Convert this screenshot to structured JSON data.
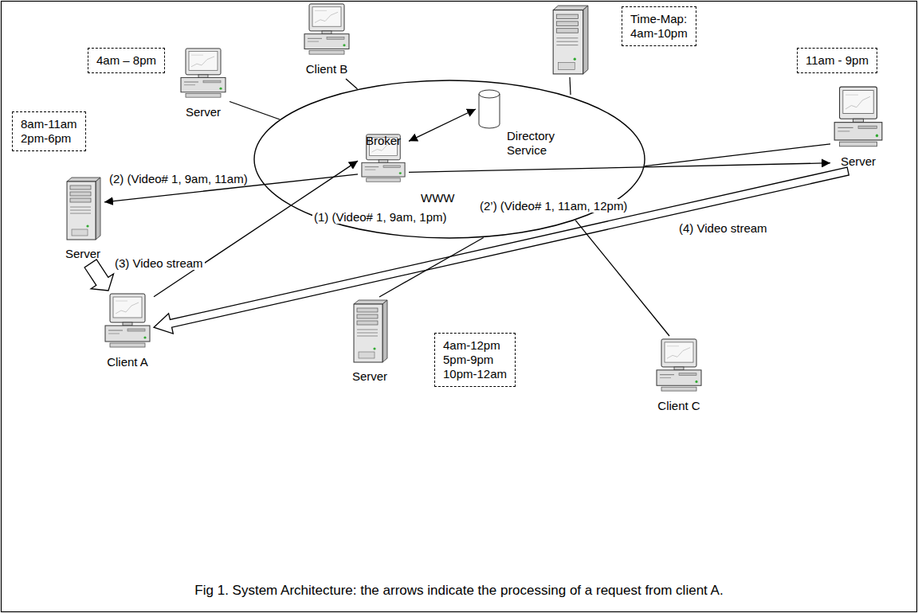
{
  "diagram": {
    "caption": "Fig 1. System Architecture: the arrows indicate the processing of a request from client A.",
    "nodes": [
      {
        "text": [
          "Client B"
        ]
      },
      {
        "text": [
          "Time-Map:",
          "4am-10pm"
        ]
      },
      {
        "text": [
          "Server"
        ]
      },
      {
        "text": [
          "4am – 8pm"
        ]
      },
      {
        "text": [
          "8am-11am",
          "2pm-6pm"
        ]
      },
      {
        "text": [
          "WWW"
        ]
      },
      {
        "text": [
          "Directory Service"
        ],
        "in": 5
      },
      {
        "text": [
          "Broker"
        ],
        "in": 5
      },
      {
        "text": [
          "11am - 9pm"
        ]
      },
      {
        "text": [
          "Server"
        ]
      },
      {
        "text": [
          "Server"
        ]
      },
      {
        "text": [
          "Client A"
        ]
      },
      {
        "text": [
          "Server"
        ]
      },
      {
        "text": [
          "4am-12pm",
          "5pm-9pm",
          "10pm-12am"
        ]
      },
      {
        "text": [
          "Client C"
        ]
      }
    ],
    "edges": [
      {
        "from": 11,
        "to": 7,
        "arrow": "to",
        "label": "(1) (Video# 1, 9am, 1pm)"
      },
      {
        "from": 7,
        "to": 10,
        "arrow": "to",
        "label": "(2) (Video# 1, 9am, 11am)"
      },
      {
        "from": 7,
        "to": 9,
        "arrow": "to",
        "label": "(2’) (Video# 1, 11am, 12pm)"
      },
      {
        "from": 10,
        "to": 11,
        "arrow": "to",
        "label": "(3) Video stream"
      },
      {
        "from": 9,
        "to": 11,
        "arrow": "to",
        "label": "(4) Video stream"
      },
      {
        "from": 7,
        "to": 6,
        "arrow": "both"
      },
      {
        "from": 5,
        "to": 0,
        "arrow": "none"
      },
      {
        "from": 5,
        "to": 2,
        "arrow": "none"
      },
      {
        "from": 5,
        "to": 9,
        "arrow": "none"
      },
      {
        "from": 5,
        "to": 12,
        "arrow": "none"
      },
      {
        "from": 5,
        "to": 14,
        "arrow": "none"
      }
    ]
  }
}
